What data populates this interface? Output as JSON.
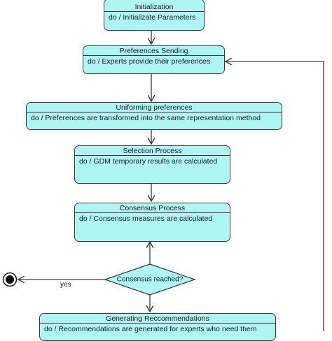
{
  "diagram": {
    "states": [
      {
        "name": "Initialization",
        "action": "do / Initializate Parameters"
      },
      {
        "name": "Preferences Sending",
        "action": "do / Experts provide their preferences"
      },
      {
        "name": "Uniforming preferences",
        "action": "do / Preferences are transformed into the same representation method"
      },
      {
        "name": "Selection Process",
        "action": "do / GDM temporary results are calculated"
      },
      {
        "name": "Consensus Process",
        "action": "do / Consensus measures are calculated"
      },
      {
        "name": "Generating Reccommendations",
        "action": "do / Recommendations are generated for experts who need them"
      }
    ],
    "decision": {
      "label": "Consensus reached?"
    },
    "edge_labels": {
      "yes": "yes"
    }
  },
  "colors": {
    "state_fill": "#aef6f4",
    "stroke": "#3a3a3a"
  }
}
